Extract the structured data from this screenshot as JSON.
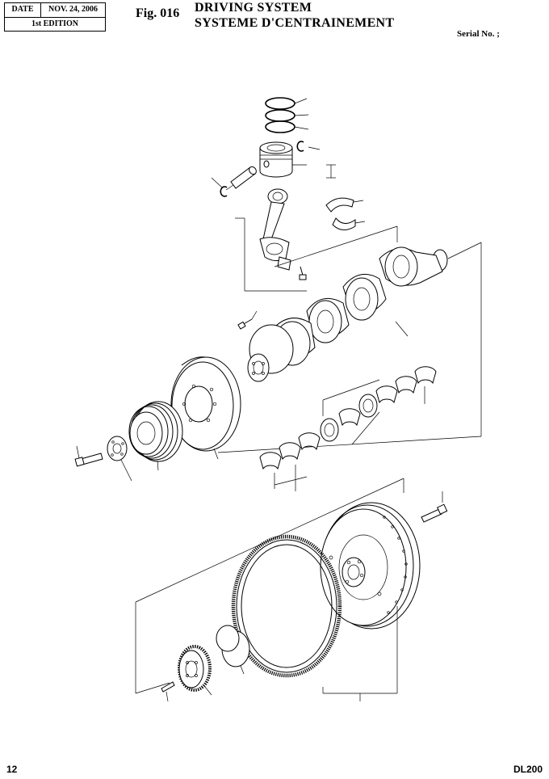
{
  "header": {
    "date_label": "DATE",
    "date_value": "NOV. 24, 2006",
    "edition": "1st EDITION",
    "fig_label": "Fig. 016",
    "title_en": "DRIVING SYSTEM",
    "title_fr": "SYSTEME D'CENTRAINEMENT",
    "serial_label": "Serial No. ;"
  },
  "footer": {
    "page_number": "12",
    "model": "DL200"
  },
  "diagram": {
    "components": [
      "piston-ring-set",
      "piston",
      "piston-pin",
      "snap-ring",
      "connecting-rod",
      "connecting-rod-bearing",
      "crankshaft",
      "main-bearing-set",
      "thrust-washer",
      "crankshaft-pulley",
      "vibration-damper",
      "pulley-bolt",
      "flywheel",
      "ring-gear",
      "flywheel-bolt",
      "crankshaft-gear",
      "wear-sleeve",
      "dowel-pin"
    ]
  }
}
